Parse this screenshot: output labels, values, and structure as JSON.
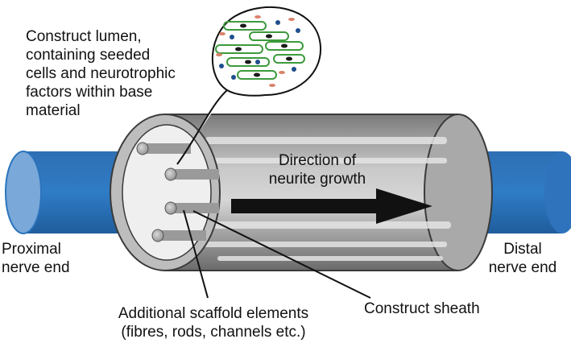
{
  "labels": {
    "construct_lumen": [
      "Construct lumen,",
      "containing seeded",
      "cells and neurotrophic",
      "factors within base",
      "material"
    ],
    "direction": [
      "Direction of",
      "neurite growth"
    ],
    "proximal": [
      "Proximal",
      "nerve end"
    ],
    "distal": [
      "Distal",
      "nerve end"
    ],
    "scaffold": [
      "Additional scaffold elements",
      "(fibres, rods, channels etc.)"
    ],
    "sheath": "Construct sheath"
  },
  "colors": {
    "nerve": "#2b74bd",
    "nerve_face": "#7aa9d9",
    "sheath_edge": "#3a3a3a",
    "cell_outline": "#3c9a3c",
    "nucleus": "#1a1a1a",
    "dot_blue": "#1f4e8c",
    "dot_red": "#d9826b",
    "arrow": "#111111"
  }
}
